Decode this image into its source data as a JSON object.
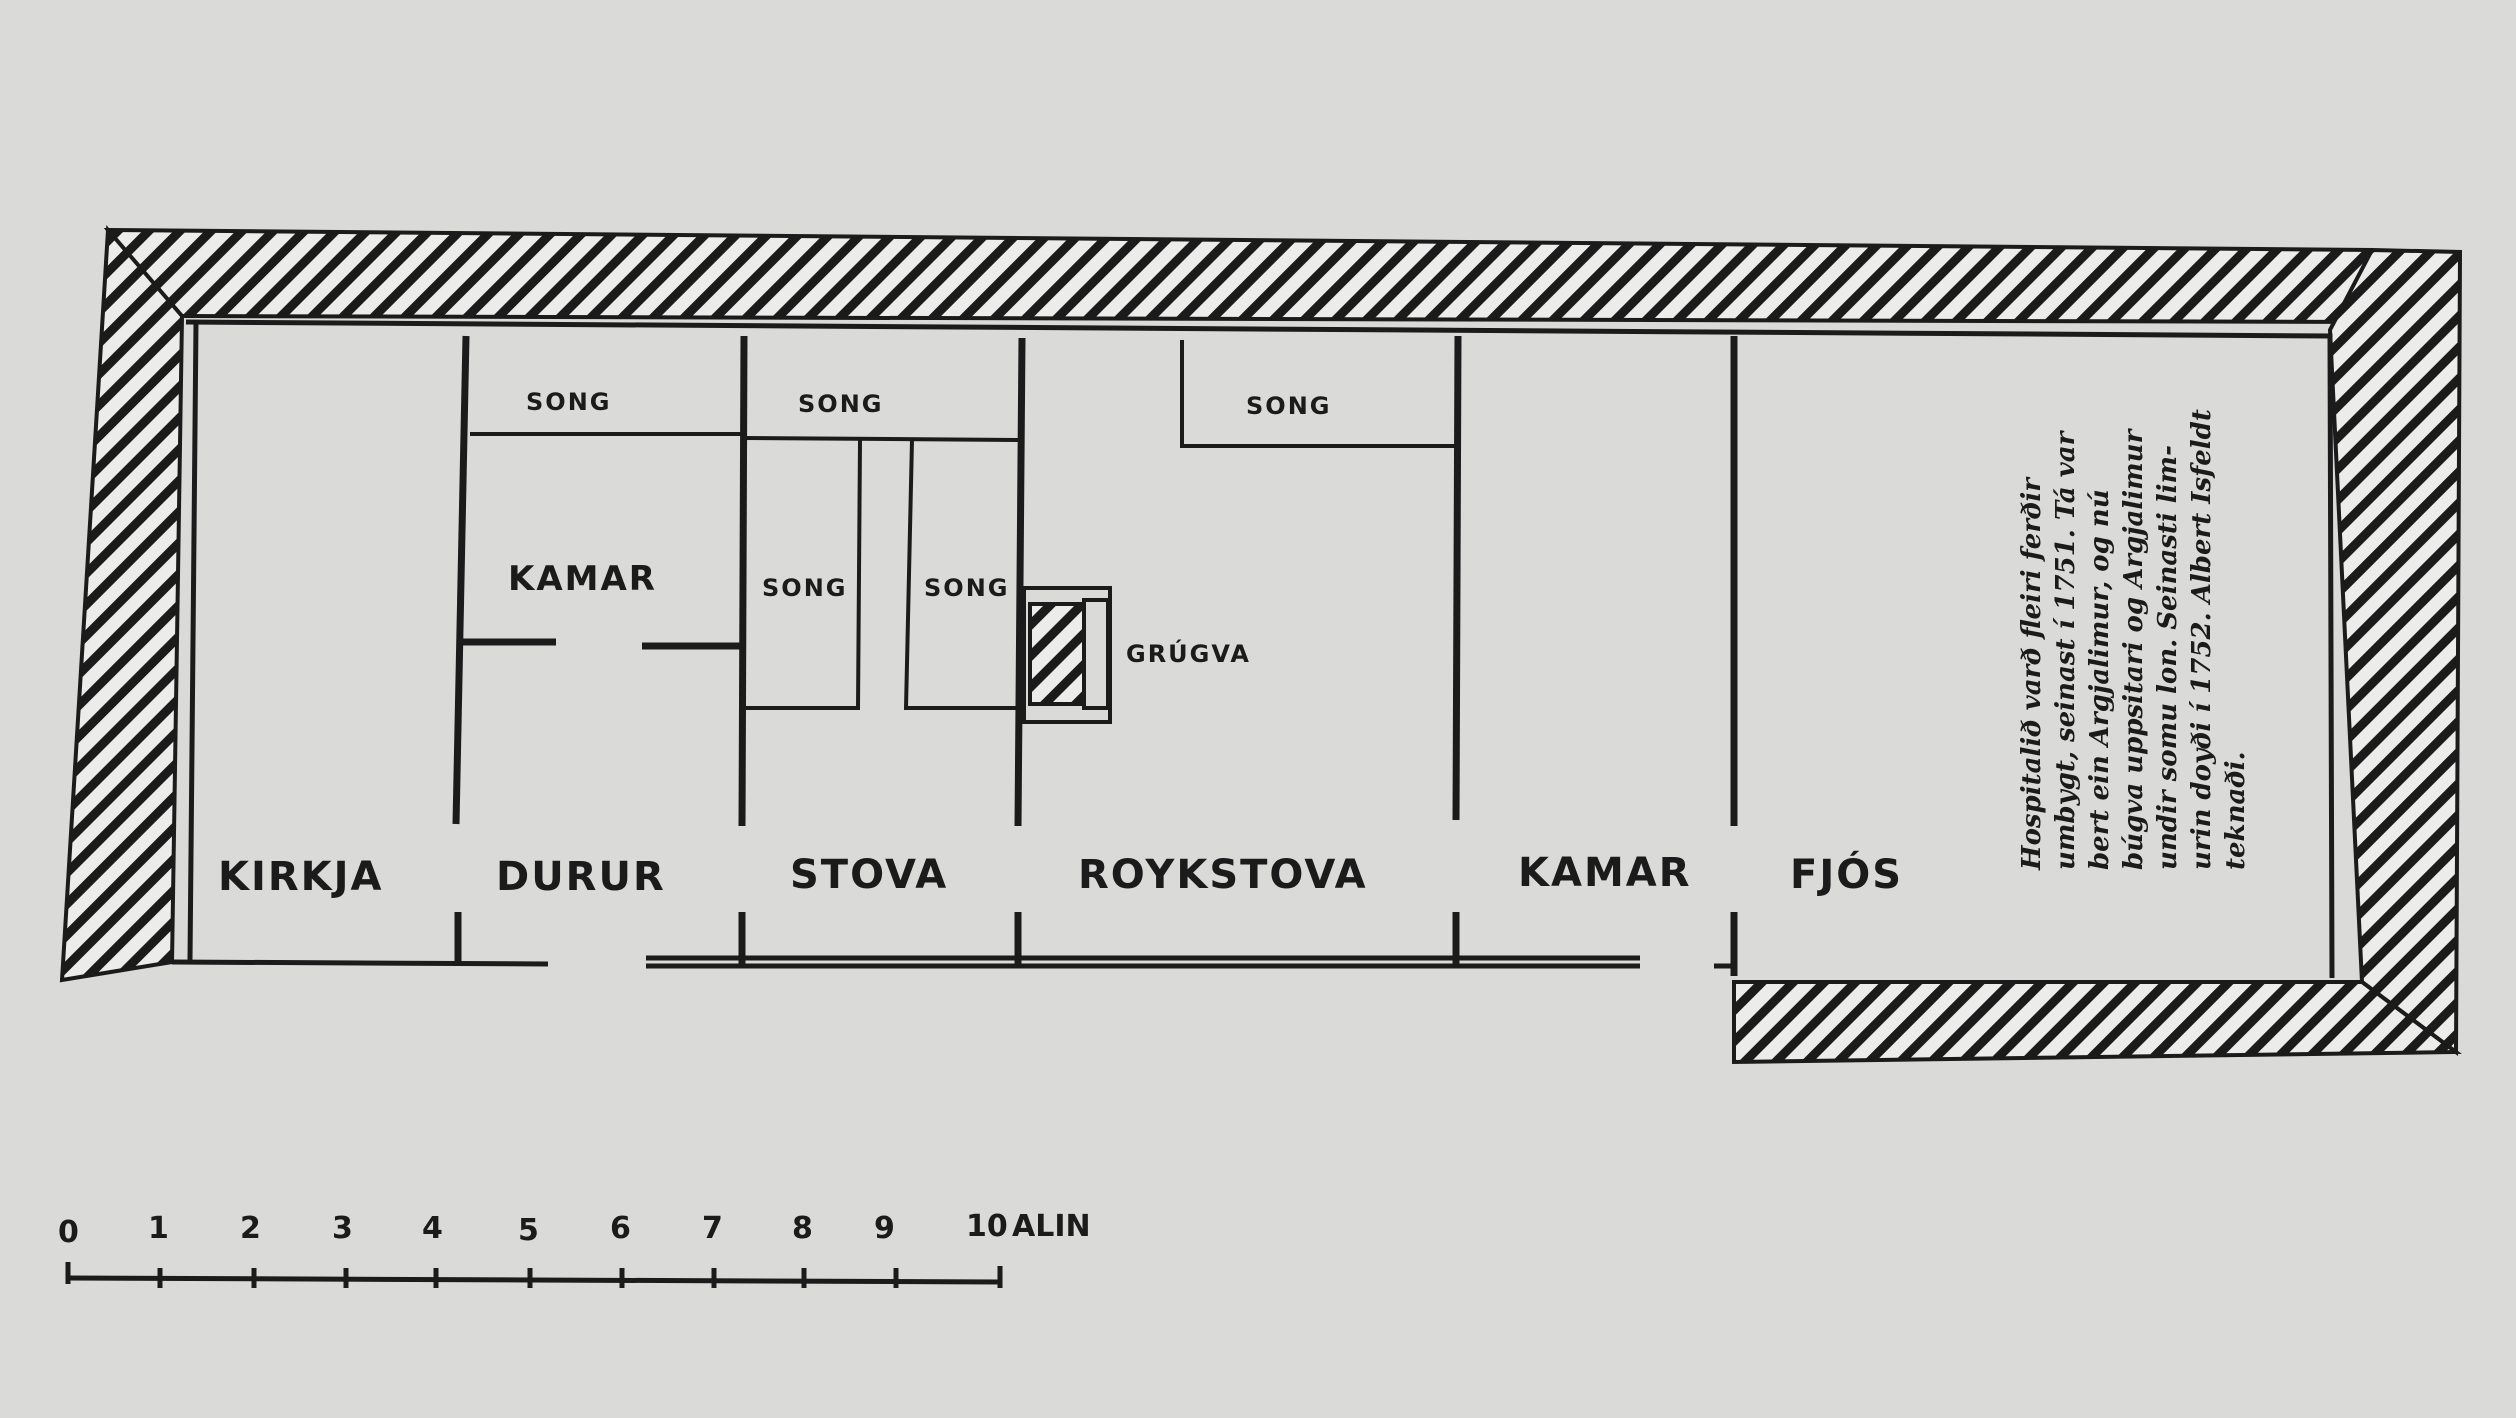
{
  "rooms": {
    "kirkja": "KIRKJA",
    "durur": "DURUR",
    "stova": "STOVA",
    "roykstova": "ROYKSTOVA",
    "kamar_right": "KAMAR",
    "fjos": "FJÓS",
    "kamar_upper": "KAMAR",
    "grugva": "GRÚGVA"
  },
  "beds": [
    "SONG",
    "SONG",
    "SONG",
    "SONG",
    "SONG"
  ],
  "scale": {
    "ticks": [
      "0",
      "1",
      "2",
      "3",
      "4",
      "5",
      "6",
      "7",
      "8",
      "9",
      "10"
    ],
    "unit": "ALIN"
  },
  "caption_lines": [
    "Hospitalið varð fleiri ferðir",
    "umbygt, seinast í 1751. Tá var",
    "bert ein Argjalimur, og nú",
    "búgva uppsitari og Argjalimur",
    "undir somu lon. Seinasti lim-",
    "urin doyði í 1752. Albert Isfeldt",
    "teknaði."
  ],
  "colors": {
    "ink": "#1b1b1b",
    "paper": "#d9d9d7",
    "hatch_bg": "#e9e9e6"
  }
}
